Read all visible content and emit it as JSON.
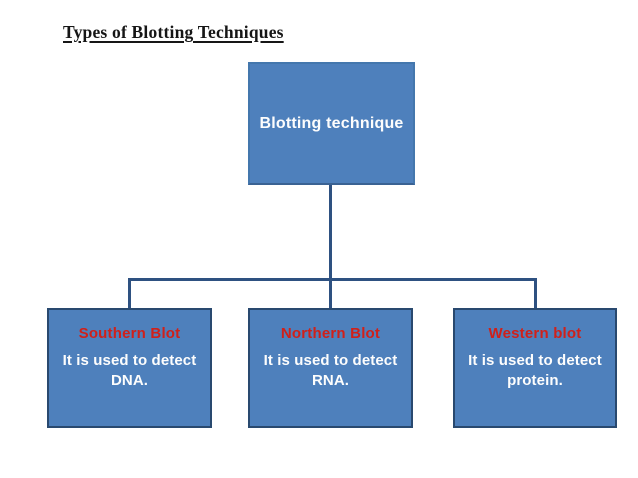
{
  "page": {
    "title": "Types of Blotting Techniques"
  },
  "diagram": {
    "root": {
      "label": "Blotting technique"
    },
    "children": [
      {
        "title": "Southern Blot",
        "desc_line1": "It is used to detect",
        "desc_line2": "DNA."
      },
      {
        "title": "Northern Blot",
        "desc_line1": "It is used to detect",
        "desc_line2": "RNA."
      },
      {
        "title": "Western blot",
        "desc_line1": "It is used to detect",
        "desc_line2": "protein."
      }
    ],
    "colors": {
      "box_fill": "#4e80bc",
      "child_box_border": "#29496f",
      "connector_line": "#2e5181",
      "heading_text": "#d0201a",
      "body_text": "#fdfdfd",
      "title_text": "#161616"
    }
  }
}
